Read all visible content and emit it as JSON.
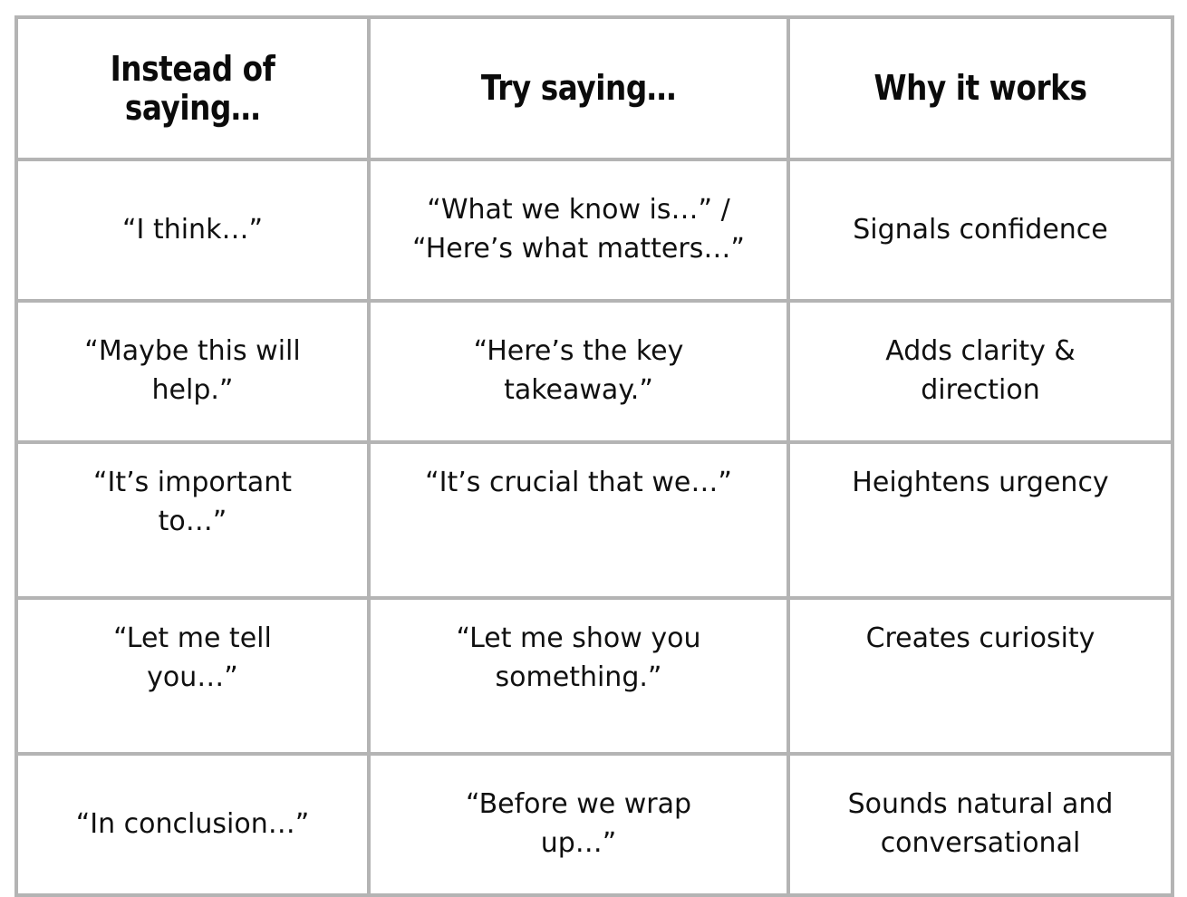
{
  "table": {
    "headers": [
      "Instead of saying…",
      "Try saying…",
      "Why it works"
    ],
    "rows": [
      {
        "instead_of": "“I think…”",
        "try_saying_line1": "“What we know is…” /",
        "try_saying_line2": "“Here’s what matters…”",
        "why_it_works": "Signals confidence"
      },
      {
        "instead_of_line1": "“Maybe this will",
        "instead_of_line2": "help.”",
        "try_saying_line1": "“Here’s the key",
        "try_saying_line2": "takeaway.”",
        "why_line1": "Adds clarity &",
        "why_line2": "direction"
      },
      {
        "instead_of_line1": "“It’s important",
        "instead_of_line2": "to…”",
        "try_saying": "“It’s crucial that we…”",
        "why_it_works": "Heightens urgency"
      },
      {
        "instead_of_line1": "“Let me tell",
        "instead_of_line2": "you…”",
        "try_saying_line1": "“Let me show you",
        "try_saying_line2": "something.”",
        "why_it_works": "Creates curiosity"
      },
      {
        "instead_of": "“In conclusion…”",
        "try_saying_line1": "“Before we wrap",
        "try_saying_line2": "up…”",
        "why_line1": "Sounds natural and",
        "why_line2": "conversational"
      }
    ]
  },
  "colors": {
    "border": "#b4b4b4",
    "text": "#101010",
    "background": "#ffffff"
  }
}
